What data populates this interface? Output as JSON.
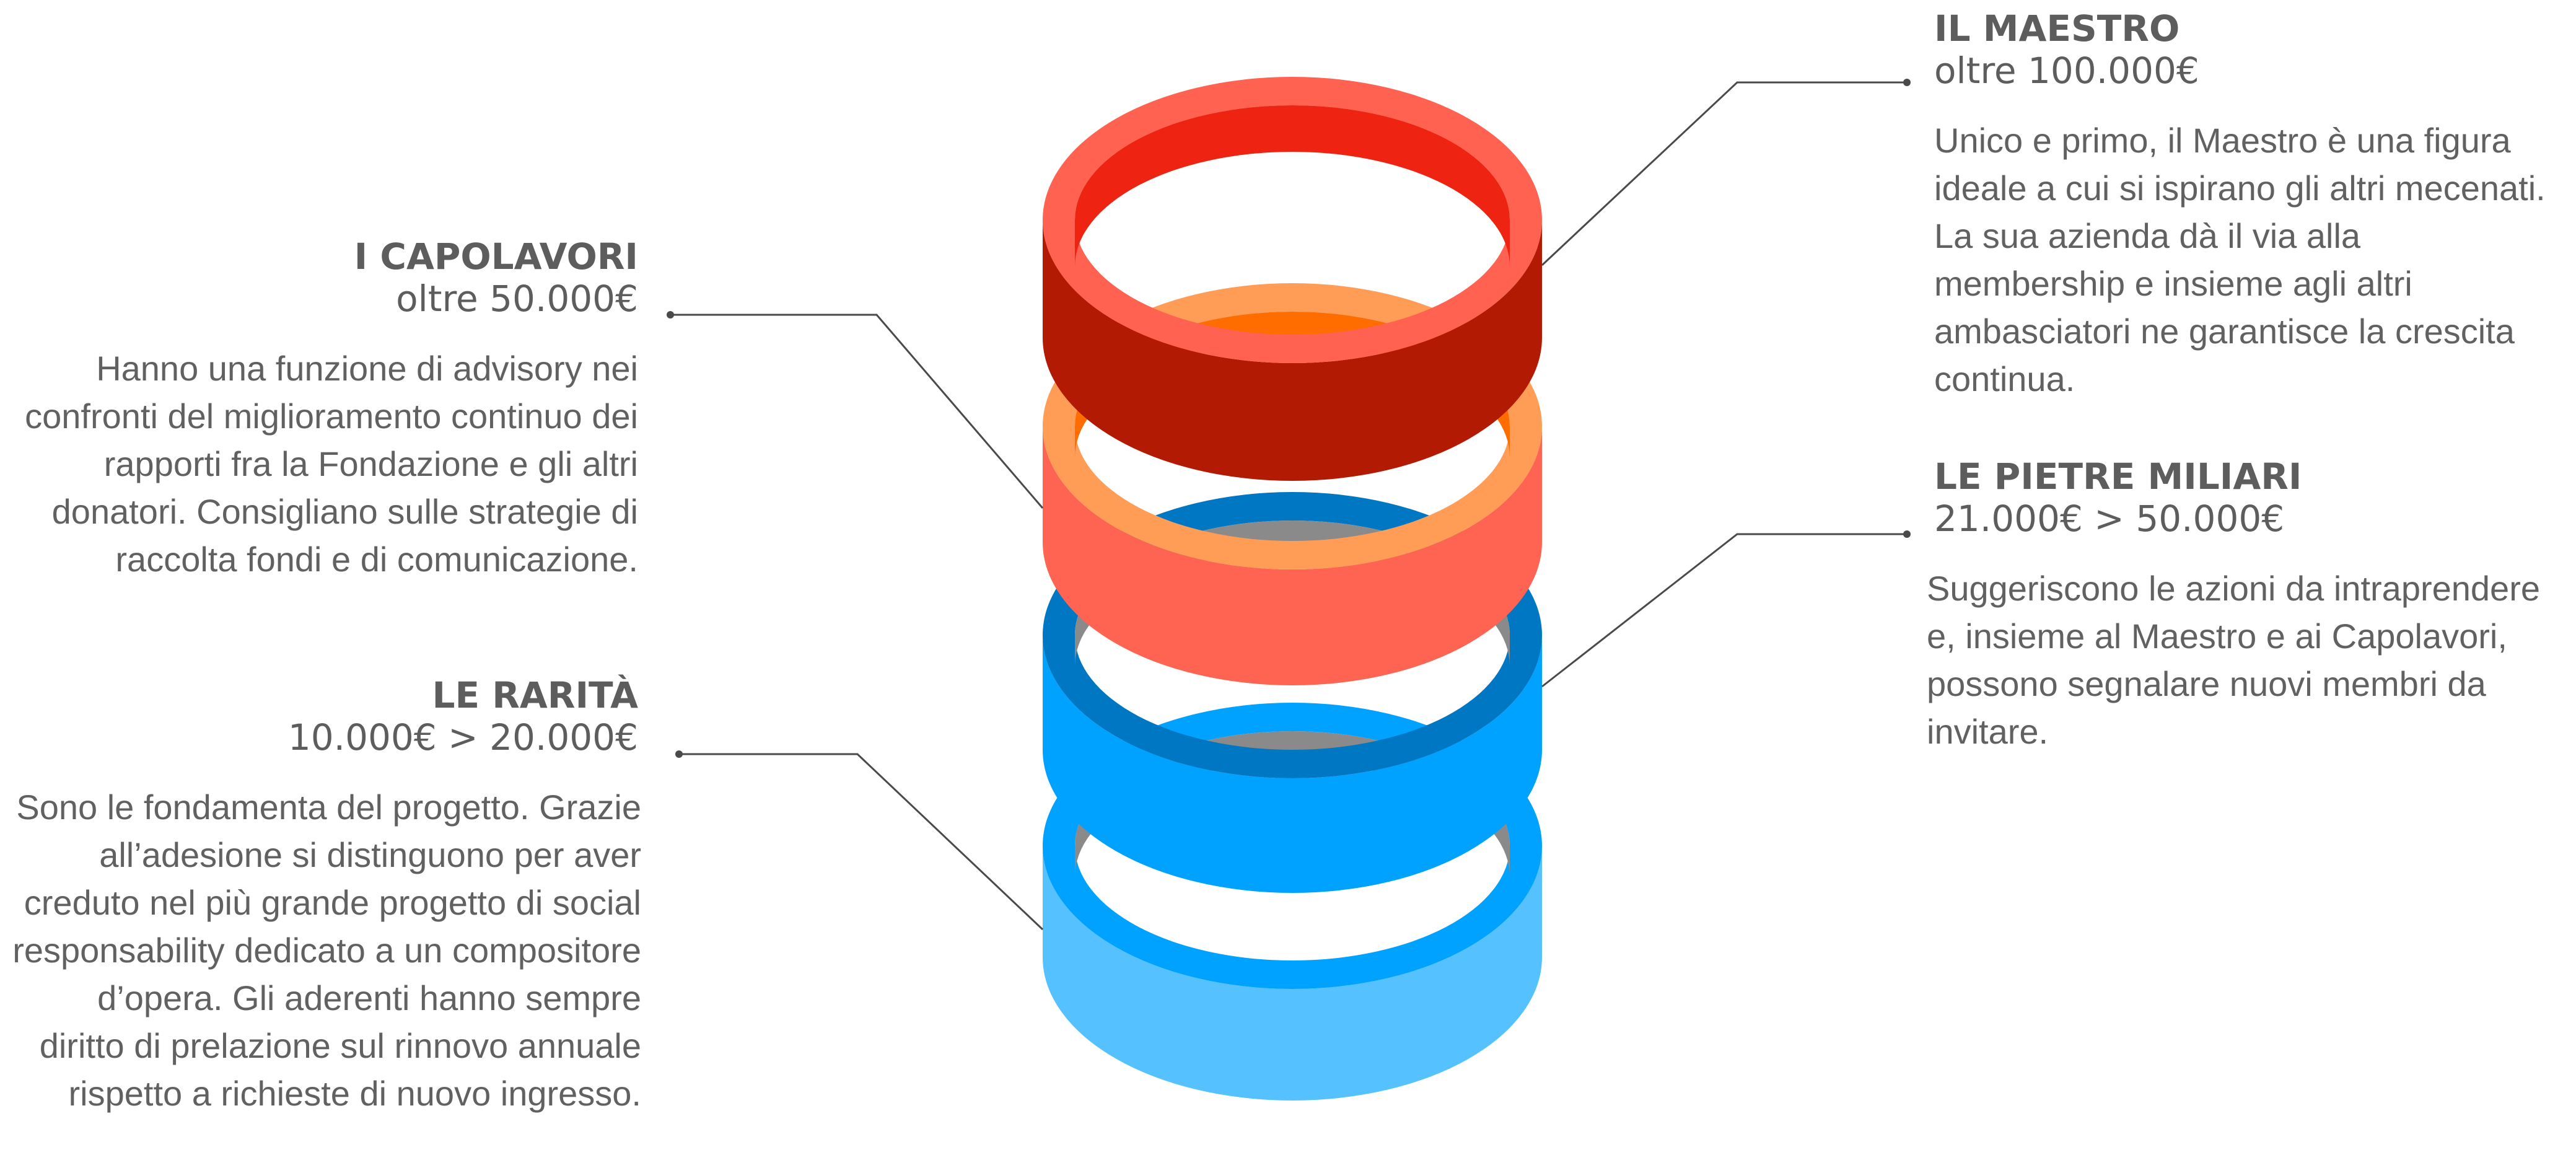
{
  "tiers": [
    {
      "id": "maestro",
      "title": "IL MAESTRO",
      "range": "oltre 100.000€",
      "description": "Unico e primo, il Maestro è una figura ideale a cui si ispirano gli altri mecenati. La sua azienda dà il via alla membership e insieme agli altri ambasciatori ne garantisce la crescita continua.",
      "color_outer": "#ff6250",
      "color_inner": "#ee2311",
      "color_side": "#b31a03"
    },
    {
      "id": "capolavori",
      "title": "I CAPOLAVORI",
      "range": "oltre 50.000€",
      "description": "Hanno una funzione di advisory nei confronti del miglioramento continuo dei rapporti fra la Fondazione e gli altri donatori. Consigliano sulle strategie di raccolta fondi e di comunicazione.",
      "color_outer": "#ff9d57",
      "color_inner": "#ff6d00",
      "color_side": "#ff6452"
    },
    {
      "id": "pietre-miliari",
      "title": "LE PIETRE MILIARI",
      "range": "21.000€ > 50.000€",
      "description": "Suggeriscono le azioni da intraprendere e, insieme al Maestro e ai Capolavori, possono segnalare nuovi membri da invitare.",
      "color_outer": "#0077c3",
      "color_inner": "#8a8a8a",
      "color_side": "#00a2ff"
    },
    {
      "id": "rarita",
      "title": "LE RARITÀ",
      "range": "10.000€ > 20.000€",
      "description": "Sono le fondamenta del progetto. Grazie all’adesione si distinguono per aver creduto nel più grande progetto di social responsability dedicato a un compositore d’opera. Gli aderenti hanno sempre diritto di prelazione sul rinnovo annuale rispetto a richieste di nuovo ingresso.",
      "color_outer": "#00a2ff",
      "color_inner": "#8a8a8a",
      "color_side": "#56c1ff"
    }
  ],
  "line_color": "#4a4a4a"
}
